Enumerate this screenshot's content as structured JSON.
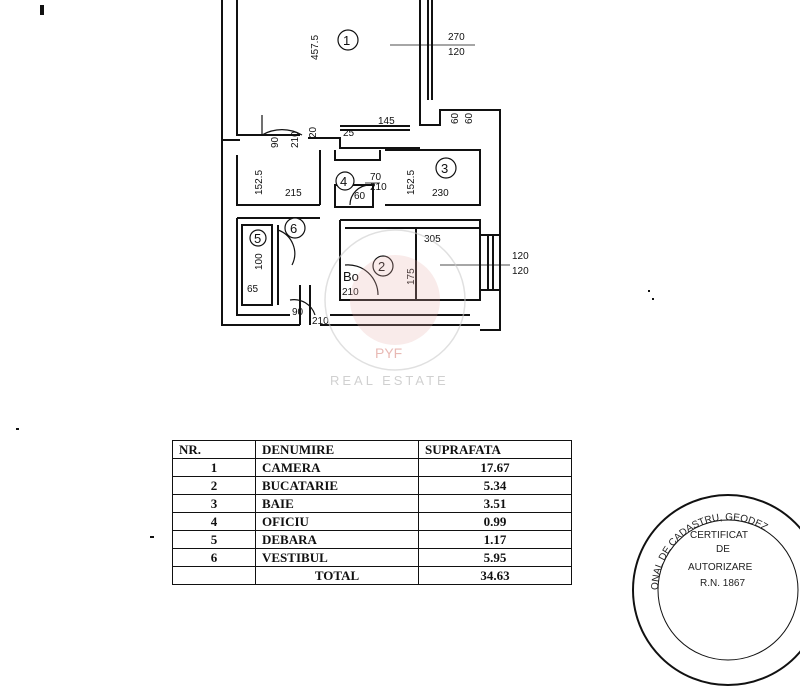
{
  "rooms": {
    "r1": "1",
    "r2": "2",
    "r3": "3",
    "r4": "4",
    "r5": "5",
    "r6": "6",
    "b0": "Bo"
  },
  "dimensions": {
    "d_457": "457.5",
    "d_270": "270",
    "d_120a": "120",
    "d_90": "90",
    "d_210a": "210",
    "d_20": "20",
    "d_25": "25",
    "d_145": "145",
    "d_60a": "60",
    "d_60b": "60",
    "d_152a": "152.5",
    "d_215": "215",
    "d_70": "70",
    "d_210b": "210",
    "d_152b": "152.5",
    "d_230": "230",
    "d_60c": "60",
    "d_305": "305",
    "d_120b": "120",
    "d_120c": "120",
    "d_100": "100",
    "d_65": "65",
    "d_175": "175",
    "d_210c": "210",
    "d_90b": "90",
    "d_210d": "210"
  },
  "watermark": {
    "top": "PYF REAL ESTATE",
    "bottom": "REAL ESTATE",
    "center": "PYF"
  },
  "table": {
    "headers": [
      "NR.",
      "DENUMIRE",
      "SUPRAFATA"
    ],
    "rows": [
      {
        "nr": "1",
        "name": "CAMERA",
        "area": "17.67"
      },
      {
        "nr": "2",
        "name": "BUCATARIE",
        "area": "5.34"
      },
      {
        "nr": "3",
        "name": "BAIE",
        "area": "3.51"
      },
      {
        "nr": "4",
        "name": "OFICIU",
        "area": "0.99"
      },
      {
        "nr": "5",
        "name": "DEBARA",
        "area": "1.17"
      },
      {
        "nr": "6",
        "name": "VESTIBUL",
        "area": "5.95"
      }
    ],
    "total_label": "TOTAL",
    "total_value": "34.63"
  },
  "stamp": {
    "ring": "ONAL DE CADASTRU, GEODEZ",
    "line1": "CERTIFICAT",
    "line2": "DE",
    "line3": "AUTORIZARE",
    "line4": "R.N. 1867"
  }
}
